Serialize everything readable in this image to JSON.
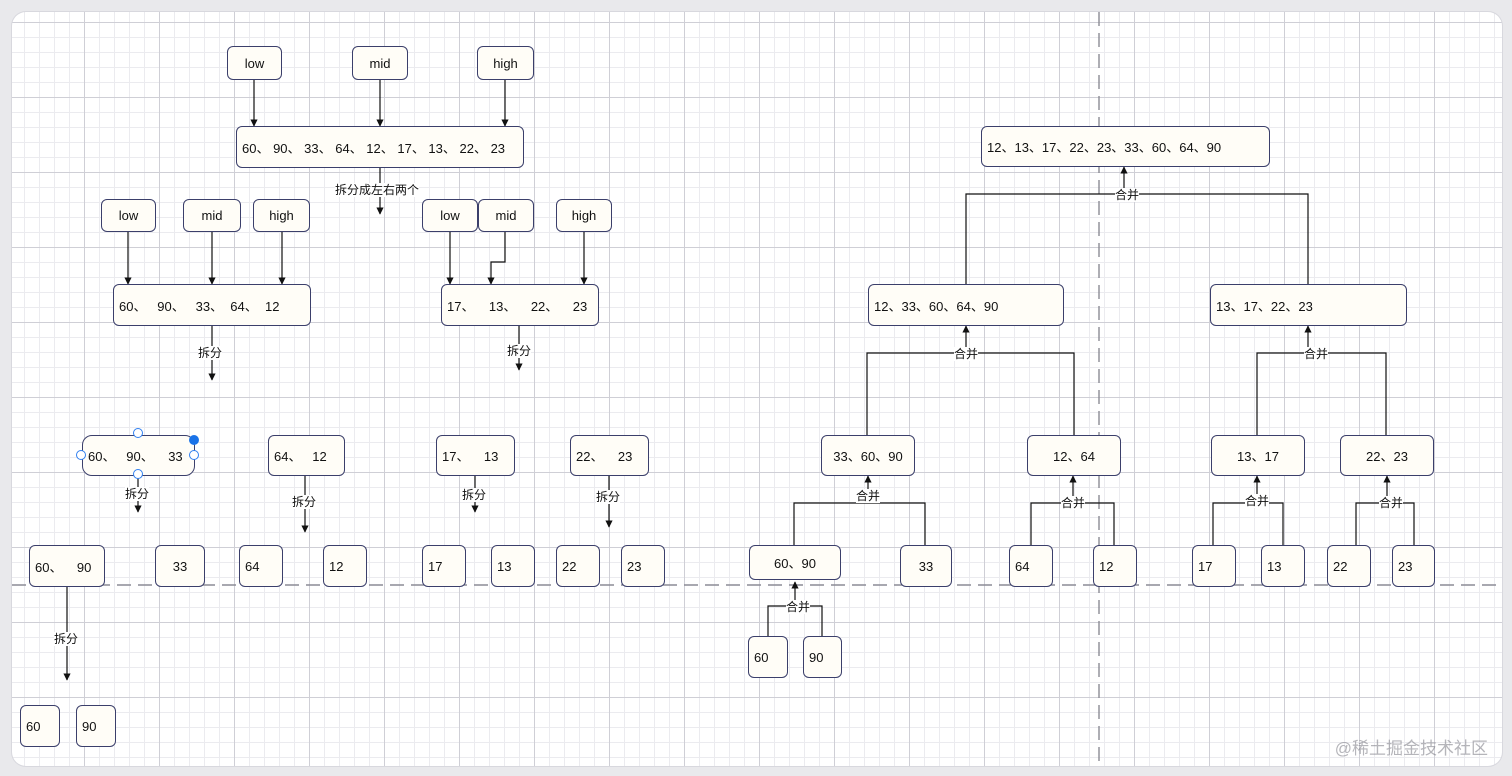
{
  "pointers": {
    "low": "low",
    "mid": "mid",
    "high": "high"
  },
  "actions": {
    "split": "拆分",
    "split_two": "拆分成左右两个",
    "merge": "合并"
  },
  "split_tree": {
    "root": "60、 90、 33、 64、 12、 17、 13、 22、 23",
    "level1": [
      "60、   90、   33、  64、  12",
      "17、    13、    22、    23"
    ],
    "level2": [
      "60、   90、    33",
      "64、   12",
      "17、    13",
      "22、    23"
    ],
    "level3": [
      "60、    90",
      "33",
      "64",
      "12",
      "17",
      "13",
      "22",
      "23"
    ],
    "level4": [
      "60",
      "90"
    ]
  },
  "merge_tree": {
    "root": "12、13、17、22、23、33、60、64、90",
    "level1": [
      "12、33、60、64、90",
      "13、17、22、23"
    ],
    "level2": [
      "33、60、90",
      "12、64",
      "13、17",
      "22、23"
    ],
    "level3": [
      "60、90",
      "33",
      "64",
      "12",
      "17",
      "13",
      "22",
      "23"
    ],
    "level4": [
      "60",
      "90"
    ]
  },
  "watermark": "@稀土掘金技术社区"
}
